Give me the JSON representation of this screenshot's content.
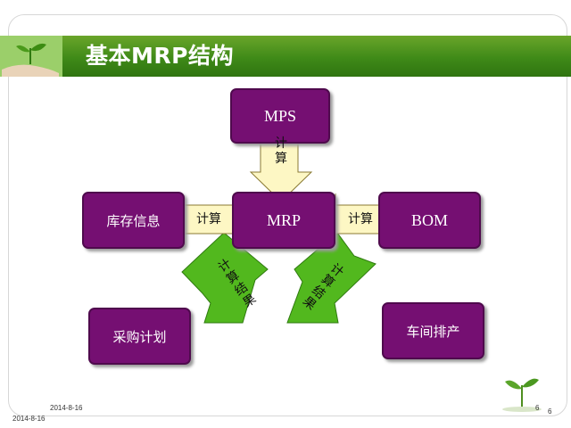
{
  "title": "基本MRP结构",
  "nodes": {
    "mps": "MPS",
    "mrp": "MRP",
    "inventory": "库存信息",
    "bom": "BOM",
    "purchase": "采购计划",
    "workshop": "车间排产"
  },
  "arrows": {
    "mps_to_mrp": "计\n算",
    "inventory_to_mrp": "计算",
    "bom_to_mrp": "计算",
    "to_purchase": "计\n算\n结\n果",
    "to_workshop": "计\n算\n结\n果"
  },
  "footer": {
    "date_top": "2014-8-16",
    "date_bottom": "2014-8-16",
    "page_top": "6",
    "page_bottom": "6"
  },
  "colors": {
    "node_fill": "#750f72",
    "yellow_arrow": "#fdf7c4",
    "green_arrow": "#52b81e",
    "header_green": "#3f8a18"
  }
}
